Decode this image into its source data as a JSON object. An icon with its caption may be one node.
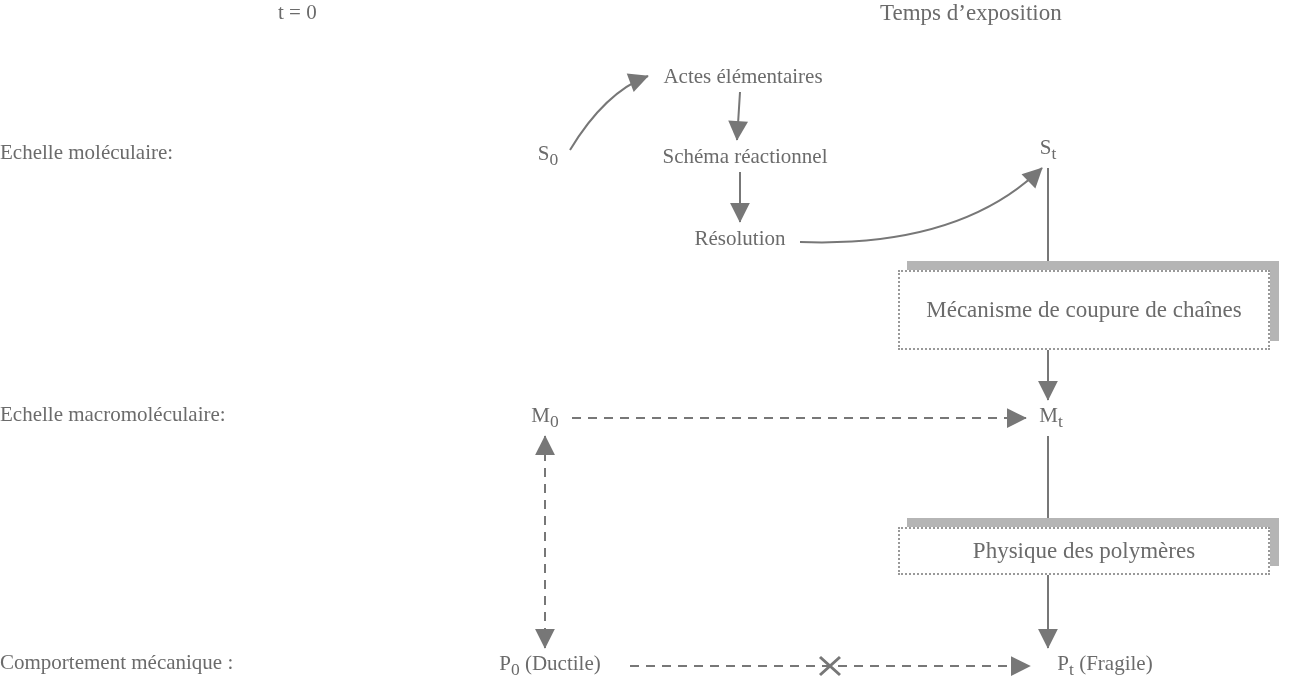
{
  "diagram": {
    "nodes": [
      {
        "text": [
          "Actes élémentaires"
        ]
      },
      {
        "text": [
          "S$_{0}$"
        ]
      },
      {
        "text": [
          "Schéma réactionnel"
        ]
      },
      {
        "text": [
          "S$_{t}$"
        ]
      },
      {
        "text": [
          "Résolution"
        ]
      },
      {
        "text": [
          "Mécanisme de coupure de chaînes"
        ]
      },
      {
        "text": [
          "M$_{0}$"
        ]
      },
      {
        "text": [
          "M$_{t}$"
        ]
      },
      {
        "text": [
          "Physique des polymères"
        ]
      },
      {
        "text": [
          "P$_{0}$ (Ductile)"
        ]
      },
      {
        "text": [
          "P$_{t}$ (Fragile)"
        ]
      }
    ],
    "edges": [
      {
        "from": 1,
        "to": 0,
        "arrow": "to"
      },
      {
        "from": 0,
        "to": 2,
        "arrow": "to"
      },
      {
        "from": 2,
        "to": 4,
        "arrow": "to"
      },
      {
        "from": 4,
        "to": 3,
        "arrow": "to"
      },
      {
        "from": 3,
        "to": 5,
        "arrow": "none"
      },
      {
        "from": 5,
        "to": 7,
        "arrow": "to"
      },
      {
        "from": 6,
        "to": 7,
        "arrow": "to",
        "style": "dashed"
      },
      {
        "from": 7,
        "to": 8,
        "arrow": "none"
      },
      {
        "from": 8,
        "to": 10,
        "arrow": "to"
      },
      {
        "from": 6,
        "to": 9,
        "arrow": "both",
        "style": "dashed"
      },
      {
        "from": 9,
        "to": 10,
        "arrow": "to",
        "style": "dashed"
      }
    ],
    "labels": [
      "t = 0",
      "Temps d’exposition",
      "Echelle moléculaire:",
      "Echelle macromoléculaire:",
      "Comportement mécanique :"
    ]
  }
}
